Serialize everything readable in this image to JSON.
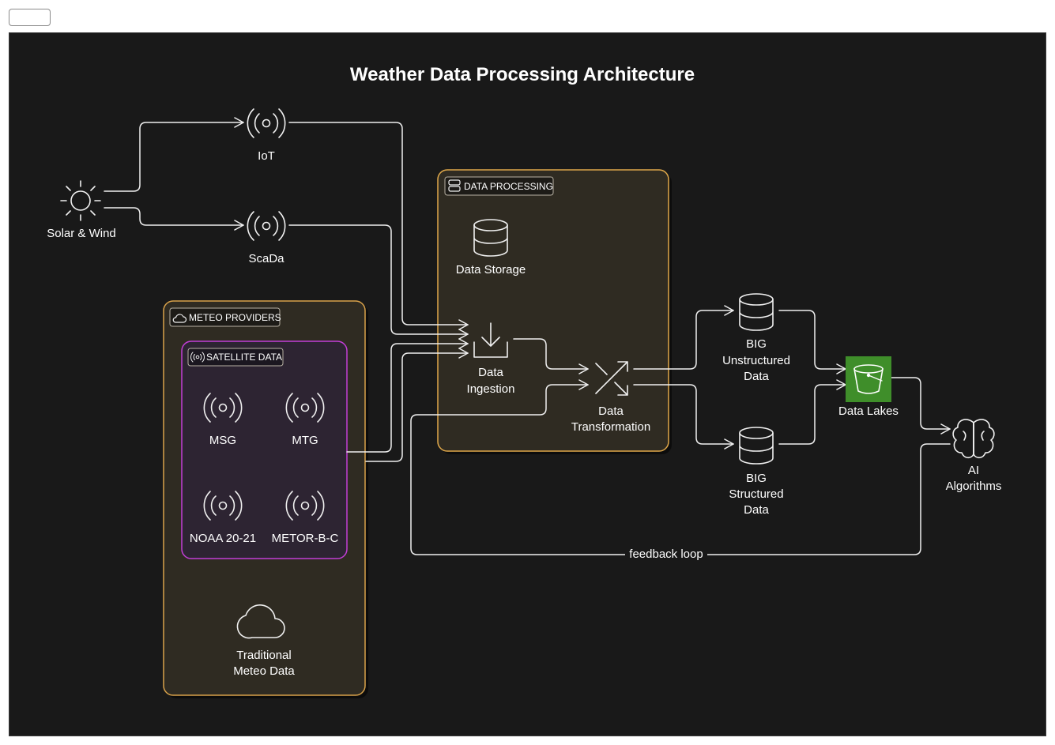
{
  "diagram": {
    "title": "Weather Data Processing Architecture",
    "groups": {
      "data_processing": "DATA PROCESSING",
      "meteo_providers": "METEO PROVIDERS",
      "satellite_data": "SATELLITE DATA"
    },
    "nodes": {
      "solar_wind": "Solar & Wind",
      "iot": "IoT",
      "scada": "ScaDa",
      "data_storage": "Data Storage",
      "data_ingestion": [
        "Data",
        "Ingestion"
      ],
      "data_transformation": [
        "Data",
        "Transformation"
      ],
      "big_unstructured": [
        "BIG",
        "Unstructured",
        "Data"
      ],
      "big_structured": [
        "BIG",
        "Structured",
        "Data"
      ],
      "data_lakes": "Data Lakes",
      "ai_algorithms": [
        "AI",
        "Algorithms"
      ],
      "msg": "MSG",
      "mtg": "MTG",
      "noaa": "NOAA 20-21",
      "metor": "METOR-B-C",
      "traditional": [
        "Traditional",
        "Meteo Data"
      ]
    },
    "edges": {
      "feedback_loop": "feedback loop"
    },
    "colors": {
      "background": "#191919",
      "processing_border": "#e0a84a",
      "providers_border": "#d9a24a",
      "satellite_border": "#c23ed6",
      "data_lakes_fill": "#3f8e2a"
    }
  }
}
